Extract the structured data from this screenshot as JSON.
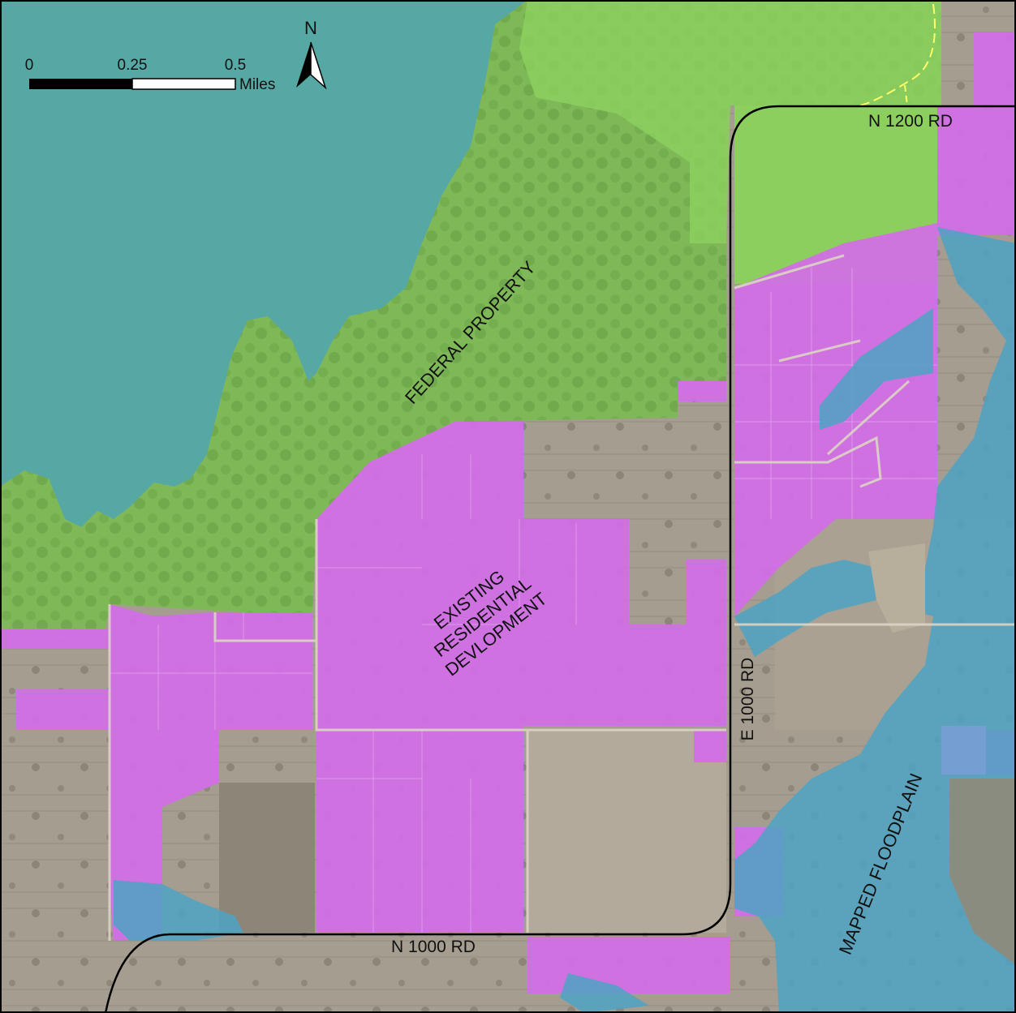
{
  "map": {
    "colors": {
      "water": "#56a8a4",
      "federal": "#8ccf5e",
      "residential": "#d36ee8",
      "floodplain": "#4ea3c4",
      "farmland": "#a09a8e",
      "road": "#000000",
      "boundary_dashed": "#ffff66"
    },
    "labels": {
      "federal_property": "FEDERAL PROPERTY",
      "residential_line1": "EXISTING",
      "residential_line2": "RESIDENTIAL",
      "residential_line3": "DEVLOPMENT",
      "floodplain": "MAPPED FLOODPLAIN",
      "road_n1200": "N 1200 RD",
      "road_n1000": "N 1000 RD",
      "road_e1000": "E 1000 RD"
    },
    "scale_bar": {
      "tick_0": "0",
      "tick_1": "0.25",
      "tick_2": "0.5",
      "unit": "Miles"
    },
    "north_arrow": {
      "letter": "N",
      "icon": "north-arrow-icon"
    }
  }
}
